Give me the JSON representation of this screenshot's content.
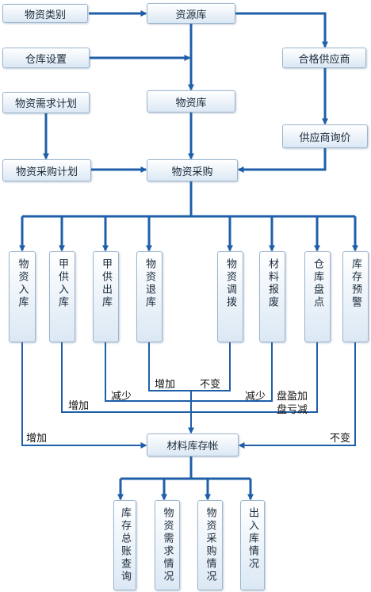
{
  "boxes": {
    "wuzileibie": "物资类别",
    "ziyuanku": "资源库",
    "cangkushezhi": "仓库设置",
    "hegegongyingshang": "合格供应商",
    "wuzixuqiujihua": "物资需求计划",
    "wuziku": "物资库",
    "gongyingshangxunjia": "供应商询价",
    "wuzicaigoujihua": "物资采购计划",
    "wuzicaigou": "物资采购",
    "wuziruku": "物资入库",
    "jiagongruku": "甲供入库",
    "jiagongchuku": "甲供出库",
    "wuzituiku": "物资退库",
    "wuzidiaobo": "物资调拨",
    "cailiaobaofei": "材料报废",
    "cangkupandian": "仓库盘点",
    "kucunyujing": "库存预警",
    "cailiaokucunzhang": "材料库存帐",
    "kucunzongzhang": "库存总账查询",
    "wuzixuqiuqingkuang": "物资需求情况",
    "wuzicaigouqingkuang": "物资采购情况",
    "churukuqingkuang": "出入库情况"
  },
  "labels": {
    "zengjia_bottom": "增加",
    "zengjia_mid": "增加",
    "jianshao_left": "减少",
    "zengjia_tuiku": "增加",
    "bubian_diaobo": "不变",
    "jianshao_right": "减少",
    "panying": "盘盈加",
    "pankui": "盘亏减",
    "bubian_yujing": "不变"
  },
  "colors": {
    "line": "#1f5fa8",
    "box_border": "#9bb6cf"
  }
}
